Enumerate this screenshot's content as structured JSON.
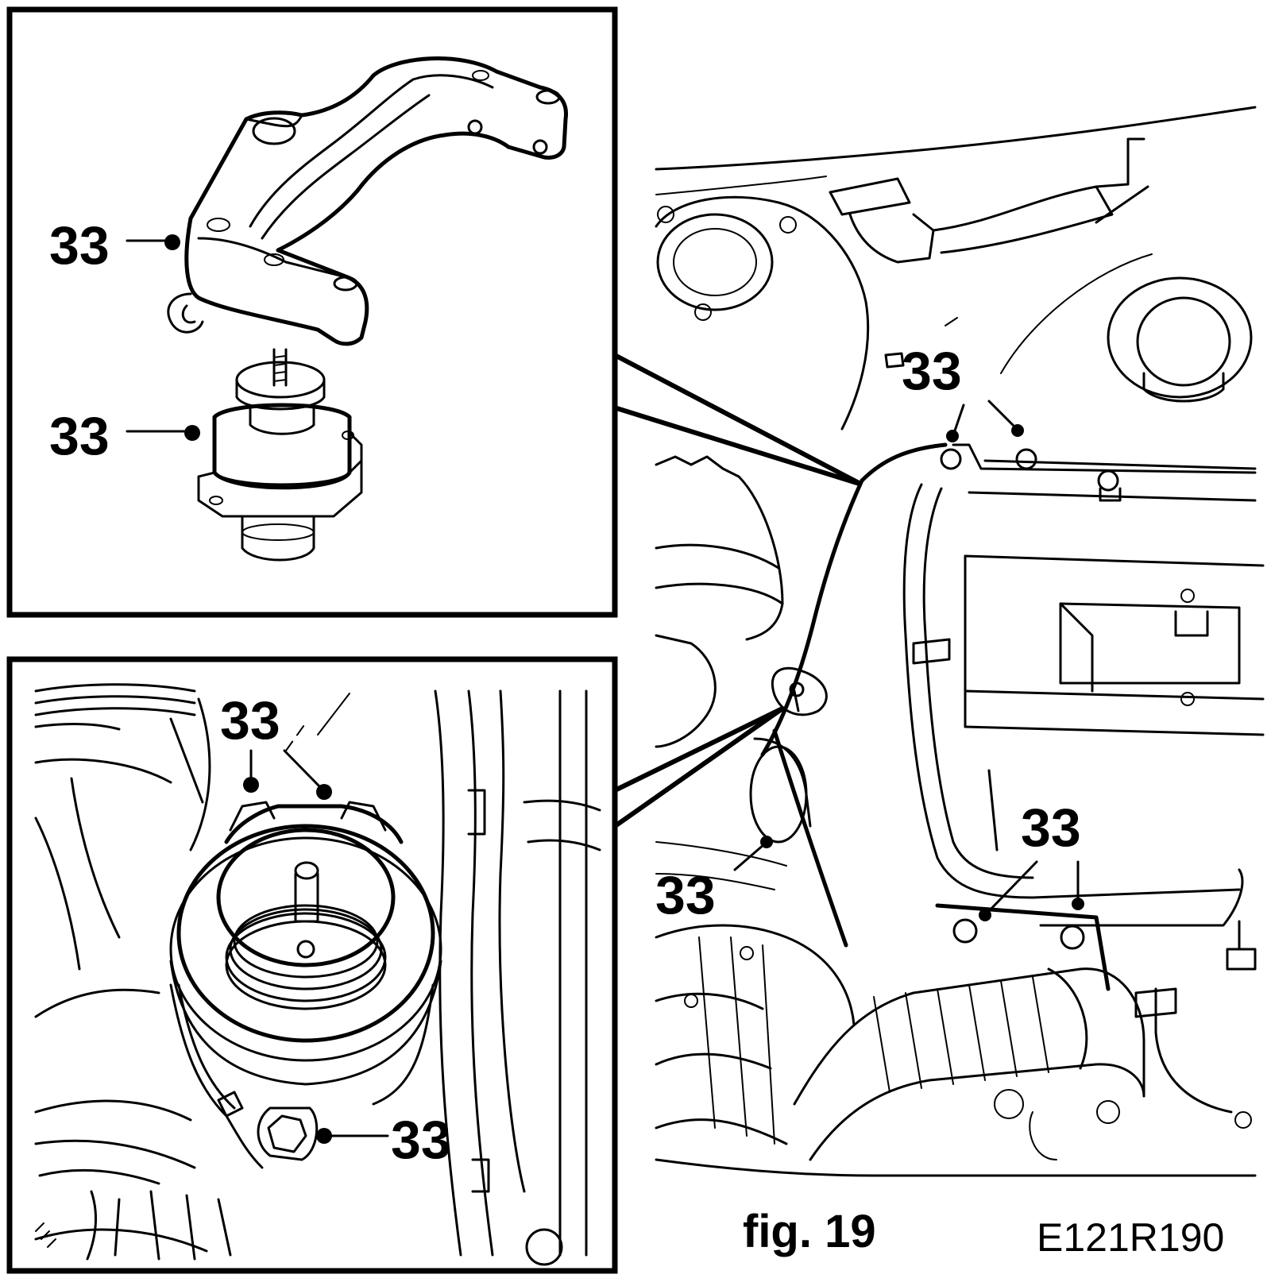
{
  "labels": {
    "part_number": "33"
  },
  "caption": {
    "figure": "fig. 19",
    "code": "E121R190"
  },
  "colors": {
    "line": "#000000",
    "background": "#ffffff"
  }
}
